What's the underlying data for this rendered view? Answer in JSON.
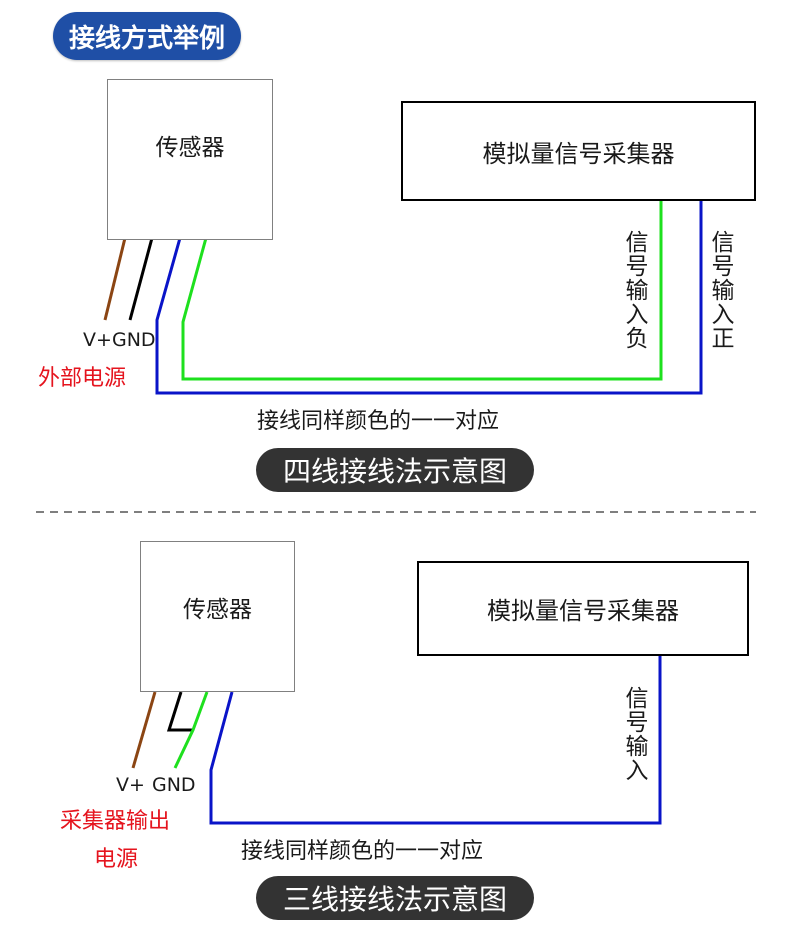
{
  "header": {
    "title": "接线方式举例"
  },
  "four_wire": {
    "sensor_label": "传感器",
    "collector_label": "模拟量信号采集器",
    "vplus_label": "V+",
    "gnd_label": "GND",
    "power_label": "外部电源",
    "signal_neg_label": "信号输入负",
    "signal_pos_label": "信号输入正",
    "match_text": "接线同样颜色的一一对应",
    "caption": "四线接线法示意图"
  },
  "three_wire": {
    "sensor_label": "传感器",
    "collector_label": "模拟量信号采集器",
    "vplus_label": "V+",
    "gnd_label": "GND",
    "power_label_line1": "采集器输出",
    "power_label_line2": "电源",
    "signal_label": "信号输入",
    "match_text": "接线同样颜色的一一对应",
    "caption": "三线接线法示意图"
  },
  "colors": {
    "header_bg": "#1f4fa6",
    "wire_brown": "#8b4513",
    "wire_black": "#000000",
    "wire_blue": "#0a14c8",
    "wire_green": "#1ee01e",
    "power_text": "#e5141e",
    "caption_bg": "#333333"
  }
}
